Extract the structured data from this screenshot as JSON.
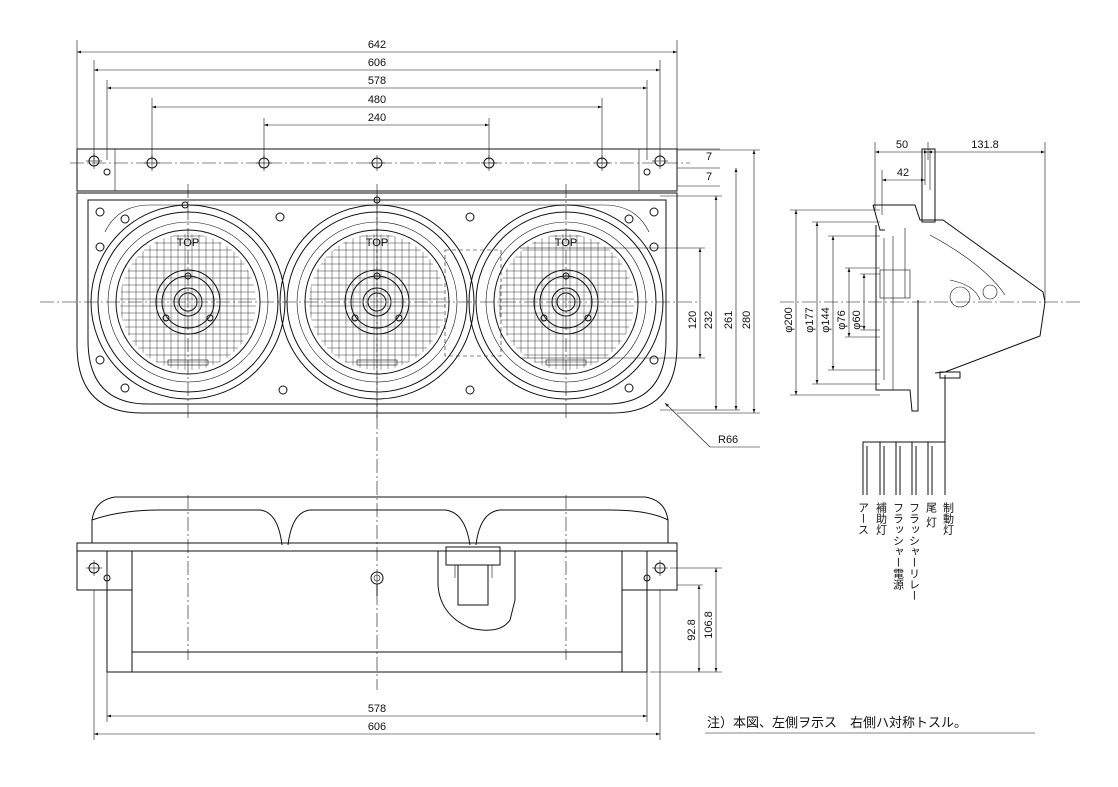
{
  "front_view": {
    "dims_horizontal": [
      "642",
      "606",
      "578",
      "480",
      "240"
    ],
    "dims_vertical": [
      "120",
      "232",
      "261",
      "280"
    ],
    "bracket_gap": [
      "7",
      "7"
    ],
    "corner_radius": "R66",
    "lamp_mark": "TOP"
  },
  "side_view": {
    "dims_top": [
      "50",
      "131.8",
      "42"
    ],
    "dims_diameter": [
      "φ200",
      "φ177",
      "φ144",
      "φ76",
      "φ60"
    ],
    "wire_labels": [
      "アース",
      "補助灯",
      "フラッシャー電源",
      "フラッシャーリレー",
      "尾 灯",
      "制動灯"
    ]
  },
  "bottom_view": {
    "dims_horizontal": [
      "578",
      "606"
    ],
    "dims_vertical": [
      "92.8",
      "106.8"
    ]
  },
  "note": "注）本図、左側ヲ示ス　右側ハ対称トスル。"
}
